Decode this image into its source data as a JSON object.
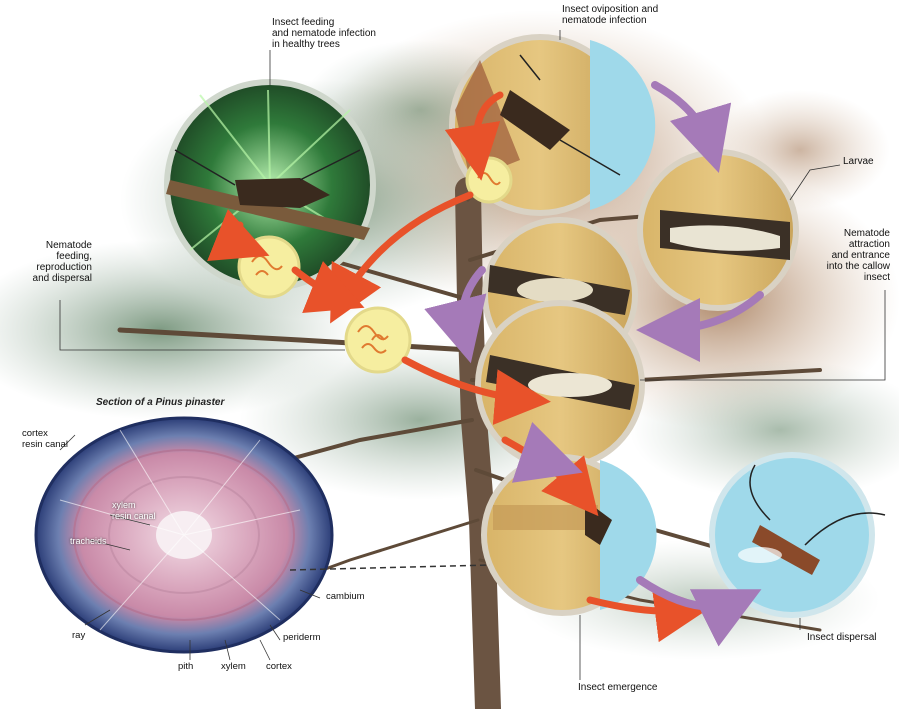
{
  "labels": {
    "feeding": "Insect feeding\nand nematode infection\nin healthy trees",
    "oviposition": "Insect oviposition and\nnematode infection",
    "larvae": "Larvae",
    "nematode_attraction": "Nematode\nattraction\nand entrance\ninto the callow\ninsect",
    "nematode_feeding": "Nematode\nfeeding,\nreproduction\nand dispersal",
    "section_title": "Section of a Pinus pinaster",
    "insect_dispersal": "Insect dispersal",
    "insect_emergence": "Insect emergence"
  },
  "section_labels": {
    "cortex_resin_canal": "cortex\nresin canal",
    "xylem_resin_canal": "xylem\nresin canal",
    "tracheids": "tracheids",
    "ray": "ray",
    "pith": "pith",
    "xylem": "xylem",
    "cortex": "cortex",
    "periderm": "periderm",
    "cambium": "cambium"
  },
  "colors": {
    "arrow_red": "#e8522a",
    "arrow_purple": "#a57ab8",
    "wood": "#d9b86b",
    "sky_blue": "#9fd9ea",
    "nematode_circle": "#f6eea0",
    "foliage_green": "#5c7a62",
    "foliage_brown": "#9a6a44"
  }
}
